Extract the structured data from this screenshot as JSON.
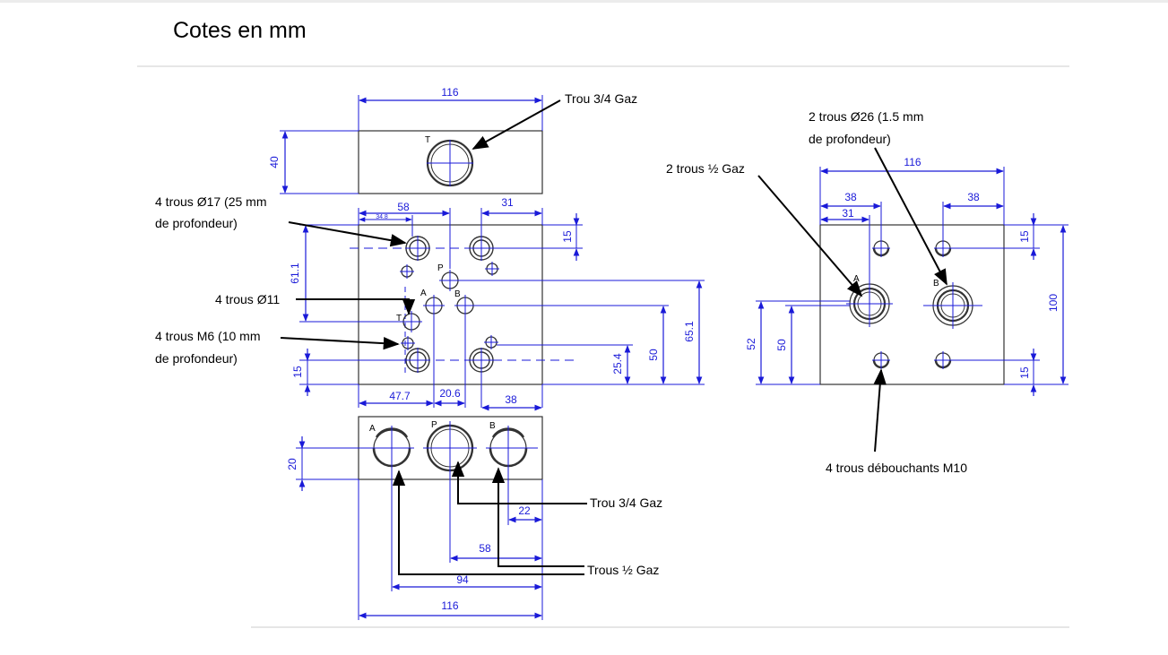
{
  "title": "Cotes en mm",
  "colors": {
    "dimension": "#1a1ad8",
    "outline": "#333333",
    "leader": "#000000"
  },
  "ports": {
    "t": "T",
    "a": "A",
    "p": "P",
    "b": "B"
  },
  "dims": {
    "top_width": "116",
    "top_height": "40",
    "front_58": "58",
    "front_31": "31",
    "front_34_8": "34.8",
    "front_61_1": "61.1",
    "front_15_top": "15",
    "front_15_bottom": "15",
    "front_47_7": "47.7",
    "front_20_6": "20.6",
    "front_38": "38",
    "front_25_4": "25.4",
    "front_50": "50",
    "front_65_1": "65.1",
    "bottom_20": "20",
    "bottom_22": "22",
    "bottom_58": "58",
    "bottom_94": "94",
    "bottom_116": "116",
    "side_116": "116",
    "side_38_left": "38",
    "side_31": "31",
    "side_38_right": "38",
    "side_15_top": "15",
    "side_15_bottom": "15",
    "side_100": "100",
    "side_52": "52",
    "side_50": "50"
  },
  "notes": {
    "trou_gaz_top": "Trou 3/4 Gaz",
    "trous_17_l1": "4 trous Ø17 (25 mm",
    "trous_17_l2": "de profondeur)",
    "trous_11": "4 trous Ø11",
    "trous_m6_l1": "4 trous M6 (10 mm",
    "trous_m6_l2": "de profondeur)",
    "trou_gaz_bottom": "Trou 3/4 Gaz",
    "trous_demi_bottom": "Trous ½ Gaz",
    "trous_26_l1": "2 trous Ø26 (1.5 mm",
    "trous_26_l2": "de profondeur)",
    "trous_demi_side": "2 trous ½ Gaz",
    "trous_m10": "4 trous débouchants M10"
  }
}
